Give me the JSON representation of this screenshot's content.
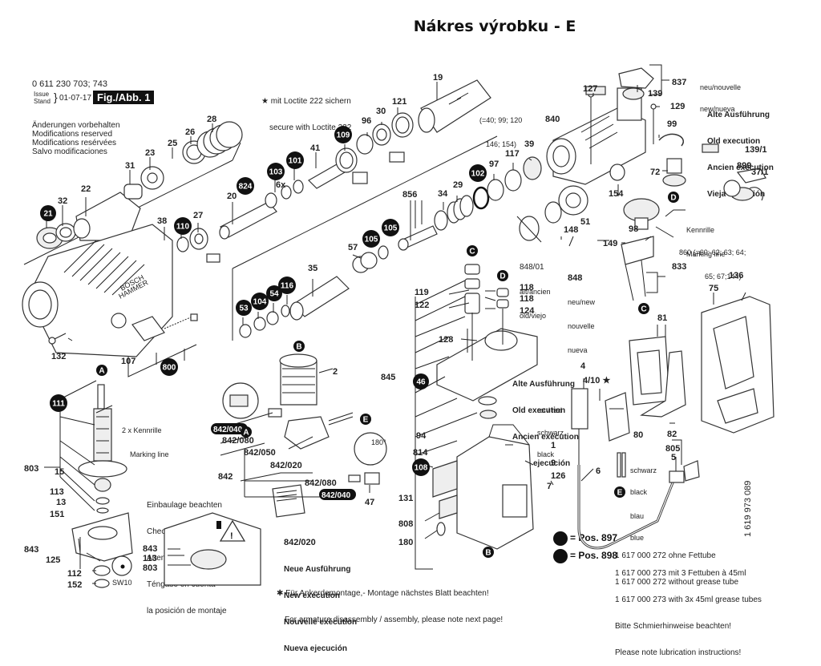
{
  "page": {
    "title": "Nákres výrobku - E"
  },
  "header_meta": {
    "part_numbers": "0 611 230 703; 743",
    "issue_label_1": "Issue",
    "issue_label_2": "Stand",
    "issue_date": "01-07-17",
    "figure_label": "Fig./Abb. 1",
    "modifications": [
      "Änderungen vorbehalten",
      "Modifications reserved",
      "Modifications resérvées",
      "Salvo modificaciones"
    ]
  },
  "loctite_note": {
    "line1": "★ mit Loctite 222 sichern",
    "line2": "secure with Loctite 222"
  },
  "old_execution_top": {
    "new_label_1": "neu/nouvelle",
    "new_label_2": "new/nueva",
    "lines": [
      "Alte Ausführung",
      "Old execution",
      "Ancien exécution",
      "Vieja ejecución"
    ]
  },
  "kennrille": {
    "top": [
      "Kennrille",
      "Marking line"
    ],
    "armature": [
      "2 x Kennrille",
      "Marking line"
    ]
  },
  "part_848": {
    "old": [
      "848/01",
      "alt/ancien",
      "old/viejo"
    ],
    "new": [
      "848",
      "neu/new",
      "nouvelle",
      "nueva"
    ]
  },
  "part_860_note": [
    "860 (=60; 62; 63; 64;",
    "65; 67;144)"
  ],
  "part_840_note": [
    "(=40; 99; 120",
    "146; 154)"
  ],
  "old_execution_mid": {
    "lines": [
      "Alte Ausführung",
      "Old execution",
      "Ancien exécution",
      "Vieja ejecución"
    ],
    "red": "rot / red",
    "black_1": "schwarz",
    "black_2": "black"
  },
  "wire_colors": {
    "black_1": "schwarz",
    "black_2": "black",
    "blue_1": "blau",
    "blue_2": "blue"
  },
  "install_note": [
    "Einbaulage beachten",
    "Check installation position",
    "Attention au positionnement",
    "Téngase en cuenta",
    "la posición de montaje"
  ],
  "new_execution": {
    "part": "842/020",
    "lines": [
      "Neue Ausführung",
      "New execution",
      "Nouvelle exécution",
      "Nueva ejecución"
    ]
  },
  "armature_note": {
    "line1": "✱ Für Ankerdemontage,- Montage nächstes Blatt beachten!",
    "line2": "For armature disassembly / assembly, please note next page!"
  },
  "grease_legend": {
    "pos1_label": "= Pos. 897",
    "pos1_lines": [
      "1 617 000 272 ohne Fettube",
      "1 617 000 272 without grease tube"
    ],
    "pos2_label": "= Pos. 898",
    "pos2_lines": [
      "1 617 000 273 mit 3 Fettuben à 45ml",
      "1 617 000 273 with 3x 45ml grease tubes",
      "Bitte Schmierhinweise beachten!",
      "Please note lubrication instructions!"
    ]
  },
  "drawing_code": "1 619 973 089",
  "housing_text": [
    "BOSCH",
    "HAMMER"
  ],
  "callouts": {
    "plain": [
      "19",
      "28",
      "26",
      "25",
      "23",
      "31",
      "22",
      "32",
      "38",
      "27",
      "20",
      "41",
      "96",
      "30",
      "121",
      "127",
      "139",
      "129",
      "99",
      "840",
      "39",
      "117",
      "97",
      "29",
      "34",
      "856",
      "57",
      "35",
      "2",
      "72",
      "154",
      "51",
      "148",
      "98",
      "149",
      "833",
      "136",
      "75",
      "81",
      "119",
      "122",
      "118",
      "118b",
      "124",
      "128",
      "845",
      "94",
      "814",
      "131",
      "808",
      "180",
      "1",
      "9",
      "7",
      "126",
      "4",
      "410",
      "80",
      "82",
      "805",
      "5",
      "6",
      "132",
      "107",
      "15",
      "113",
      "13",
      "151",
      "803",
      "843",
      "125",
      "112",
      "152",
      "842",
      "47",
      "837",
      "37_1",
      "139_1",
      "899",
      "860",
      "848"
    ],
    "badges": [
      "21",
      "110",
      "824",
      "103",
      "101",
      "109",
      "102",
      "105",
      "105b",
      "53",
      "104",
      "54",
      "116",
      "111",
      "800",
      "46",
      "108"
    ],
    "letters": [
      "A",
      "A2",
      "B",
      "B2",
      "C",
      "C2",
      "D",
      "D2",
      "E",
      "E2"
    ]
  },
  "badge_text": {
    "21": "21",
    "110": "110",
    "824": "824",
    "103": "103",
    "101": "101",
    "109": "109",
    "102": "102",
    "105": "105",
    "105b": "105",
    "53": "53",
    "104": "104",
    "54": "54",
    "116": "116",
    "111": "111",
    "800": "800",
    "46": "46",
    "108": "108"
  },
  "label_text": {
    "19": "19",
    "28": "28",
    "26": "26",
    "25": "25",
    "23": "23",
    "31": "31",
    "22": "22",
    "32": "32",
    "38": "38",
    "27": "27",
    "20": "20",
    "41": "41",
    "96": "96",
    "30": "30",
    "121": "121",
    "127": "127",
    "139": "139",
    "129": "129",
    "99": "99",
    "840": "840",
    "39": "39",
    "117": "117",
    "97": "97",
    "29": "29",
    "34": "34",
    "856": "856",
    "57": "57",
    "35": "35",
    "2": "2",
    "72": "72",
    "154": "154",
    "51": "51",
    "148": "148",
    "98": "98",
    "149": "149",
    "833": "833",
    "136": "136",
    "75": "75",
    "81": "81",
    "119": "119",
    "122": "122",
    "118": "118",
    "118b": "118",
    "124": "124",
    "128": "128",
    "845": "845",
    "94": "94",
    "814": "814",
    "131": "131",
    "808": "808",
    "180": "180",
    "1": "1",
    "9": "9",
    "7": "7",
    "126": "126",
    "4": "4",
    "410": "4/10 ★",
    "80": "80",
    "82": "82",
    "805": "805",
    "5": "5",
    "6": "6",
    "132": "132",
    "107": "107",
    "15": "15",
    "113": "113",
    "13": "13",
    "151": "151",
    "803": "803",
    "843": "843",
    "125": "125",
    "112": "112",
    "152": "152",
    "842": "842",
    "47": "47",
    "837": "837",
    "37_1": "37/1",
    "139_1": "139/1",
    "899": "899",
    "6x": "6x",
    "113b": "113",
    "803b": "803",
    "843b": "843",
    "sw10": "SW10",
    "deg180": "180°"
  },
  "letter_text": {
    "A": "A",
    "A2": "A",
    "B": "B",
    "B2": "B",
    "C": "C",
    "C2": "C",
    "D": "D",
    "D2": "D",
    "E": "E",
    "E2": "E"
  },
  "wiring_labels": {
    "w040a": "842/040",
    "w080a": "842/080",
    "w050": "842/050",
    "w020": "842/020",
    "w080b": "842/080",
    "w040b": "842/040"
  }
}
